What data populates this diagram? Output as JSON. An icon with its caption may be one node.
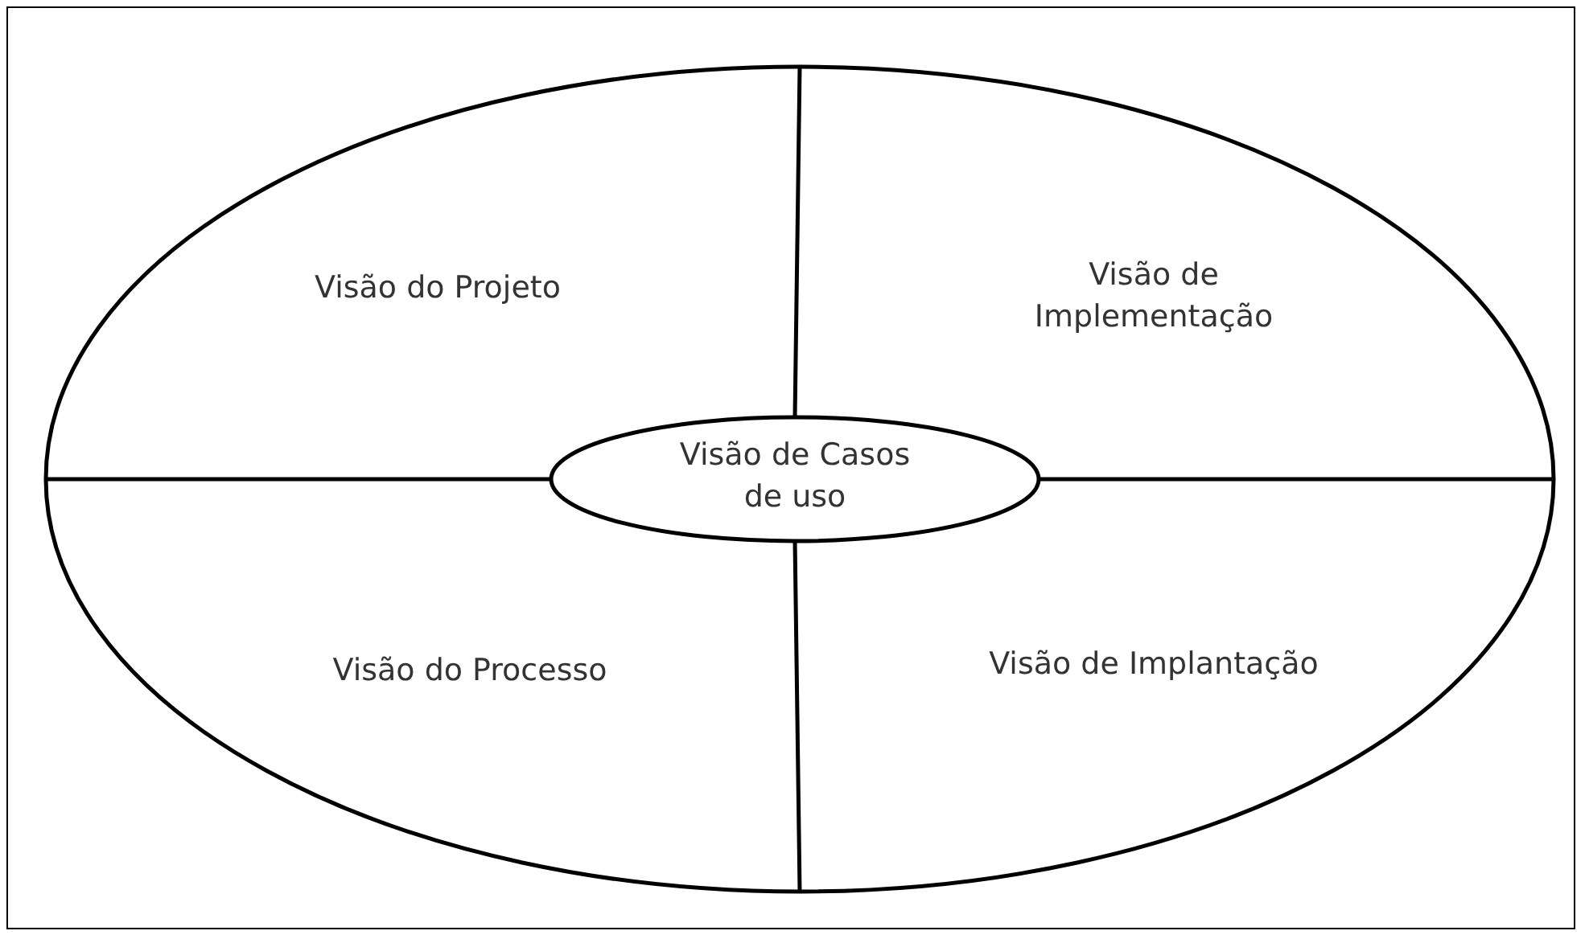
{
  "diagram": {
    "nodes": [
      {
        "text": [],
        "shape": "ellipse"
      },
      {
        "text": [
          "Visão do Projeto"
        ],
        "in": 0
      },
      {
        "text": [
          "Visão de Implementação"
        ],
        "in": 0
      },
      {
        "text": [
          "Visão do Processo"
        ],
        "in": 0
      },
      {
        "text": [
          "Visão de Implantação"
        ],
        "in": 0
      },
      {
        "text": [
          "Visão de Casos de uso"
        ],
        "in": 0
      }
    ],
    "edges": [
      {
        "from": 5,
        "to": 0,
        "arrow": "none"
      },
      {
        "from": 5,
        "to": 0,
        "arrow": "none"
      },
      {
        "from": 5,
        "to": 0,
        "arrow": "none"
      },
      {
        "from": 5,
        "to": 0,
        "arrow": "none"
      }
    ]
  }
}
